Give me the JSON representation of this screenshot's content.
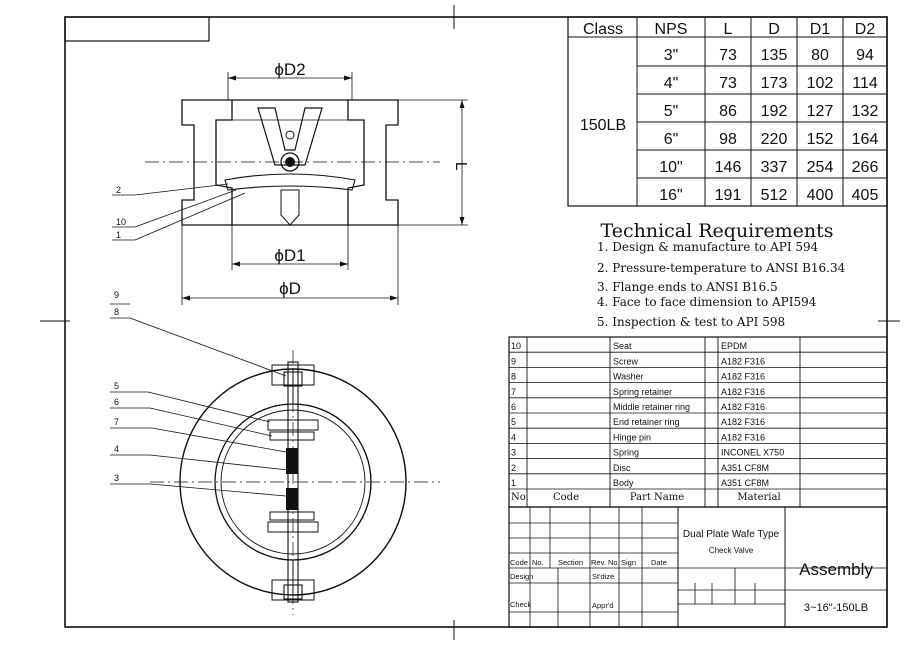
{
  "labels": {
    "dim_D2": "ϕD2",
    "dim_D1": "ϕD1",
    "dim_D": "ϕD",
    "dim_L": "L",
    "top_callouts": [
      "2",
      "10",
      "1"
    ],
    "bottom_callouts": [
      "9",
      "8",
      "5",
      "6",
      "7",
      "4",
      "3"
    ]
  },
  "dim_table": {
    "headers": [
      "Class",
      "NPS",
      "L",
      "D",
      "D1",
      "D2"
    ],
    "class_value": "150LB",
    "rows": [
      [
        "3\"",
        "73",
        "135",
        "80",
        "94"
      ],
      [
        "4\"",
        "73",
        "173",
        "102",
        "114"
      ],
      [
        "5\"",
        "86",
        "192",
        "127",
        "132"
      ],
      [
        "6\"",
        "98",
        "220",
        "152",
        "164"
      ],
      [
        "10\"",
        "146",
        "337",
        "254",
        "266"
      ],
      [
        "16\"",
        "191",
        "512",
        "400",
        "405"
      ]
    ]
  },
  "requirements": {
    "title": "Technical Requirements",
    "items": [
      "1. Design & manufacture to API 594",
      "2. Pressure-temperature to ANSI B16.34",
      "3. Flange ends to ANSI B16.5",
      "4. Face to face dimension to API594",
      "5. Inspection & test to API 598"
    ]
  },
  "parts": {
    "rows": [
      {
        "no": "10",
        "name": "Seat",
        "material": "EPDM"
      },
      {
        "no": "9",
        "name": "Screw",
        "material": "A182 F316"
      },
      {
        "no": "8",
        "name": "Washer",
        "material": "A182 F316"
      },
      {
        "no": "7",
        "name": "Spring retainer",
        "material": "A182 F316"
      },
      {
        "no": "6",
        "name": "Middle retainer ring",
        "material": "A182 F316"
      },
      {
        "no": "5",
        "name": "End retainer ring",
        "material": "A182 F316"
      },
      {
        "no": "4",
        "name": "Hinge pin",
        "material": "A182 F316"
      },
      {
        "no": "3",
        "name": "Spring",
        "material": "INCONEL X750"
      },
      {
        "no": "2",
        "name": "Disc",
        "material": "A351 CF8M"
      },
      {
        "no": "1",
        "name": "Body",
        "material": "A351 CF8M"
      }
    ],
    "header": {
      "no": "No.",
      "code": "Code",
      "name": "Part Name",
      "material": "Material"
    }
  },
  "title_block": {
    "product_line1": "Dual Plate Wafe Type",
    "product_line2": "Check Valve",
    "drawing_title": "Assembly",
    "range": "3~16\"-150LB",
    "row_labels": {
      "code": "Code",
      "no": "No.",
      "section": "Section",
      "rev_no": "Rev. No.",
      "sign": "Sign",
      "date": "Date",
      "design": "Design",
      "stdize": "St'dize",
      "check": "Check",
      "apprd": "Appr'd"
    }
  }
}
